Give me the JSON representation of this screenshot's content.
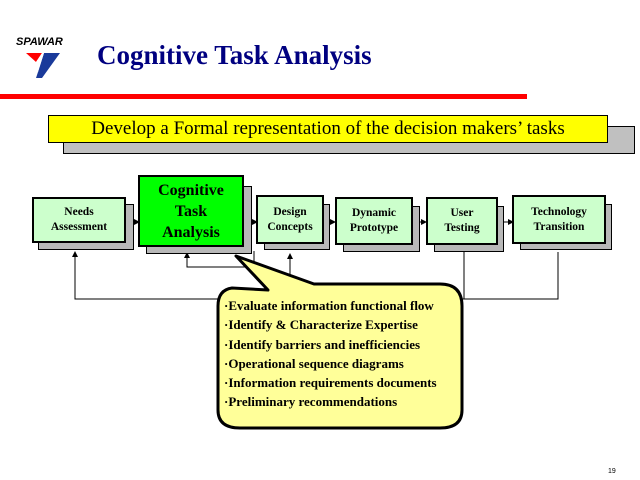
{
  "header": {
    "logo_text": "SPAWAR",
    "title": "Cognitive Task Analysis",
    "accent_color": "#ff0000",
    "title_color": "#000080"
  },
  "banner": {
    "text": "Develop a Formal representation of the decision makers’ tasks",
    "color": "#ffff00"
  },
  "process": {
    "steps": [
      {
        "label_line1": "Needs",
        "label_line2": "Assessment",
        "label_line3": ""
      },
      {
        "label_line1": "Cognitive",
        "label_line2": "Task",
        "label_line3": "Analysis",
        "highlighted": true
      },
      {
        "label_line1": "Design",
        "label_line2": "Concepts",
        "label_line3": ""
      },
      {
        "label_line1": "Dynamic",
        "label_line2": "Prototype",
        "label_line3": ""
      },
      {
        "label_line1": "User",
        "label_line2": "Testing",
        "label_line3": ""
      },
      {
        "label_line1": "Technology",
        "label_line2": "Transition",
        "label_line3": ""
      }
    ],
    "box_color": "#ccffcc",
    "highlight_color": "#00ff00"
  },
  "callout": {
    "bullet": "·",
    "items": [
      "Evaluate information functional flow",
      "Identify & Characterize Expertise",
      "Identify barriers and inefficiencies",
      "Operational sequence diagrams",
      "Information requirements documents",
      "Preliminary recommendations"
    ],
    "color": "#ffff99"
  },
  "footer": {
    "page_number": "19"
  }
}
